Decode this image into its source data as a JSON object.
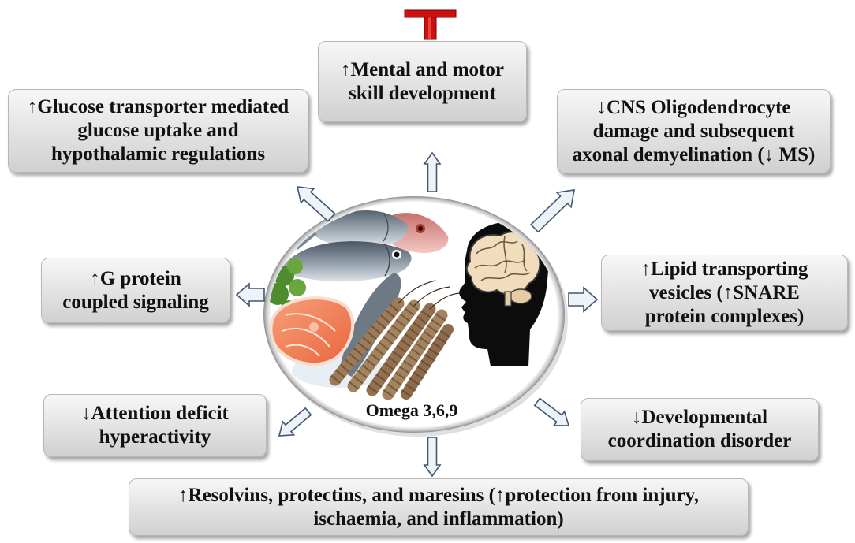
{
  "diagram": {
    "center_label": "Omega 3,6,9",
    "boxes": {
      "mental_motor": {
        "lines": [
          "↑Mental and motor",
          "skill development"
        ]
      },
      "glucose": {
        "lines": [
          "↑Glucose transporter mediated",
          "glucose uptake and",
          "hypothalamic regulations"
        ]
      },
      "cns": {
        "lines": [
          "↓CNS Oligodendrocyte",
          "damage and subsequent",
          "axonal demyelination (↓ MS)"
        ]
      },
      "g_protein": {
        "lines": [
          "↑G protein",
          "coupled signaling"
        ]
      },
      "lipid": {
        "lines": [
          "↑Lipid transporting",
          "vesicles (↑SNARE",
          "protein complexes)"
        ]
      },
      "attention": {
        "lines": [
          "↓Attention deficit",
          "hyperactivity"
        ]
      },
      "developmental": {
        "lines": [
          "↓Developmental",
          "coordination disorder"
        ]
      },
      "resolvins": {
        "lines": [
          "↑Resolvins, protectins, and maresins (↑protection from injury,",
          "ischaemia, and inflammation)"
        ]
      }
    }
  },
  "colors": {
    "inhibitor_red": "#cc1111",
    "arrow_fill": "#eef3f9",
    "arrow_outline": "#42566f",
    "box_top": "#f7f7f7",
    "box_bottom": "#d0d0d0",
    "text": "#111111"
  },
  "icons": {
    "inhibitor": "inhibition-t-icon",
    "arrow": "block-arrow-icon",
    "head": "head-silhouette-icon",
    "brain": "brain-icon"
  }
}
